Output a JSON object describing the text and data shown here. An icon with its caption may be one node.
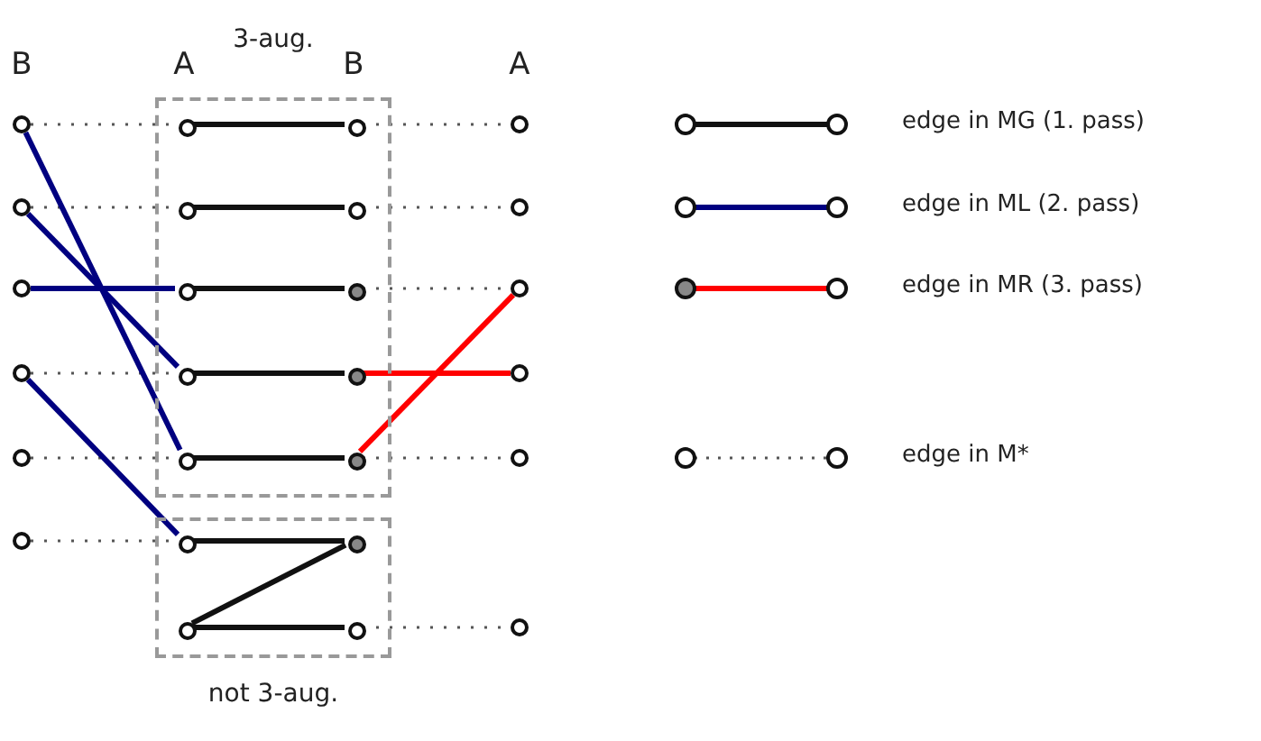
{
  "diagram": {
    "nodes": [
      {
        "text": [
          "3-aug."
        ]
      },
      {
        "text": [],
        "shape": "circle"
      },
      {
        "text": [],
        "shape": "circle",
        "in": 0
      },
      {
        "text": [],
        "shape": "circle",
        "in": 0
      },
      {
        "text": [],
        "shape": "circle"
      },
      {
        "text": [],
        "shape": "circle"
      },
      {
        "text": [],
        "shape": "circle",
        "in": 0
      },
      {
        "text": [],
        "shape": "circle",
        "in": 0
      },
      {
        "text": [],
        "shape": "circle"
      },
      {
        "text": [],
        "shape": "circle"
      },
      {
        "text": [],
        "shape": "circle",
        "in": 0
      },
      {
        "text": [],
        "shape": "circle",
        "in": 0
      },
      {
        "text": [],
        "shape": "circle"
      },
      {
        "text": [],
        "shape": "circle"
      },
      {
        "text": [],
        "shape": "circle",
        "in": 0
      },
      {
        "text": [],
        "shape": "circle",
        "in": 0
      },
      {
        "text": [],
        "shape": "circle"
      },
      {
        "text": [],
        "shape": "circle"
      },
      {
        "text": [],
        "shape": "circle",
        "in": 0
      },
      {
        "text": [],
        "shape": "circle",
        "in": 0
      },
      {
        "text": [],
        "shape": "circle"
      },
      {
        "text": [
          "not 3-aug."
        ]
      },
      {
        "text": [],
        "shape": "circle"
      },
      {
        "text": [],
        "shape": "circle",
        "in": 21
      },
      {
        "text": [],
        "shape": "circle",
        "in": 21
      },
      {
        "text": [],
        "shape": "circle",
        "in": 21
      },
      {
        "text": [],
        "shape": "circle",
        "in": 21
      },
      {
        "text": [],
        "shape": "circle"
      }
    ],
    "edges": [
      {
        "from": 1,
        "to": 2,
        "arrow": "none",
        "style": "dashed"
      },
      {
        "from": 2,
        "to": 3,
        "arrow": "none"
      },
      {
        "from": 3,
        "to": 4,
        "arrow": "none",
        "style": "dashed"
      },
      {
        "from": 5,
        "to": 6,
        "arrow": "none",
        "style": "dashed"
      },
      {
        "from": 6,
        "to": 7,
        "arrow": "none"
      },
      {
        "from": 7,
        "to": 8,
        "arrow": "none",
        "style": "dashed"
      },
      {
        "from": 10,
        "to": 11,
        "arrow": "none"
      },
      {
        "from": 11,
        "to": 12,
        "arrow": "none",
        "style": "dashed"
      },
      {
        "from": 13,
        "to": 14,
        "arrow": "none",
        "style": "dashed"
      },
      {
        "from": 14,
        "to": 15,
        "arrow": "none"
      },
      {
        "from": 17,
        "to": 18,
        "arrow": "none",
        "style": "dashed"
      },
      {
        "from": 18,
        "to": 19,
        "arrow": "none"
      },
      {
        "from": 19,
        "to": 20,
        "arrow": "none",
        "style": "dashed"
      },
      {
        "from": 22,
        "to": 23,
        "arrow": "none",
        "style": "dashed"
      },
      {
        "from": 23,
        "to": 24,
        "arrow": "none"
      },
      {
        "from": 25,
        "to": 26,
        "arrow": "none"
      },
      {
        "from": 25,
        "to": 24,
        "arrow": "none"
      },
      {
        "from": 26,
        "to": 27,
        "arrow": "none",
        "style": "dashed"
      },
      {
        "from": 1,
        "to": 18,
        "arrow": "none",
        "color": "#000080"
      },
      {
        "from": 5,
        "to": 14,
        "arrow": "none",
        "color": "#000080"
      },
      {
        "from": 9,
        "to": 10,
        "arrow": "none",
        "color": "#000080"
      },
      {
        "from": 13,
        "to": 23,
        "arrow": "none",
        "color": "#000080"
      },
      {
        "from": 15,
        "to": 16,
        "arrow": "none",
        "color": "#ff0000"
      },
      {
        "from": 19,
        "to": 12,
        "arrow": "none",
        "color": "#ff0000"
      }
    ],
    "labels": [
      "B",
      "A",
      "B",
      "A"
    ],
    "legend": [
      {
        "text": "edge in MG (1. pass)"
      },
      {
        "text": "edge in ML (2. pass)"
      },
      {
        "text": "edge in MR (3. pass)"
      },
      {
        "text": "edge in M*"
      }
    ]
  }
}
